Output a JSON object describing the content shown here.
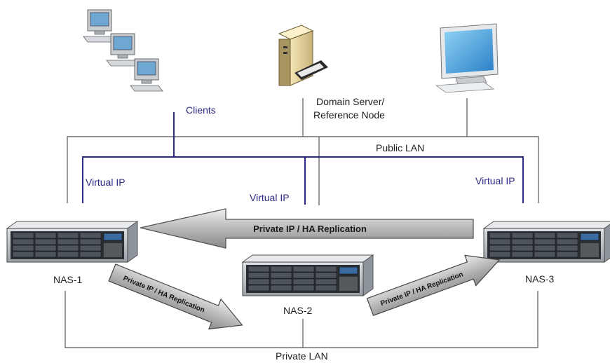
{
  "nodes": {
    "clients": "Clients",
    "domain_server_line1": "Domain Server/",
    "domain_server_line2": "Reference Node",
    "nas1": "NAS-1",
    "nas2": "NAS-2",
    "nas3": "NAS-3"
  },
  "networks": {
    "public_lan": "Public LAN",
    "private_lan": "Private LAN"
  },
  "virtual_ip": {
    "nas1": "Virtual IP",
    "nas2": "Virtual IP",
    "nas3": "Virtual IP"
  },
  "replication_arrows": {
    "top": "Private IP / HA Replication",
    "left": "Private IP / HA Replication",
    "right": "Private IP / HA Replication"
  },
  "colors": {
    "virtual_ip_line": "#2b2a84",
    "network_line": "#555555",
    "arrow_fill": "#a8a8a8"
  }
}
